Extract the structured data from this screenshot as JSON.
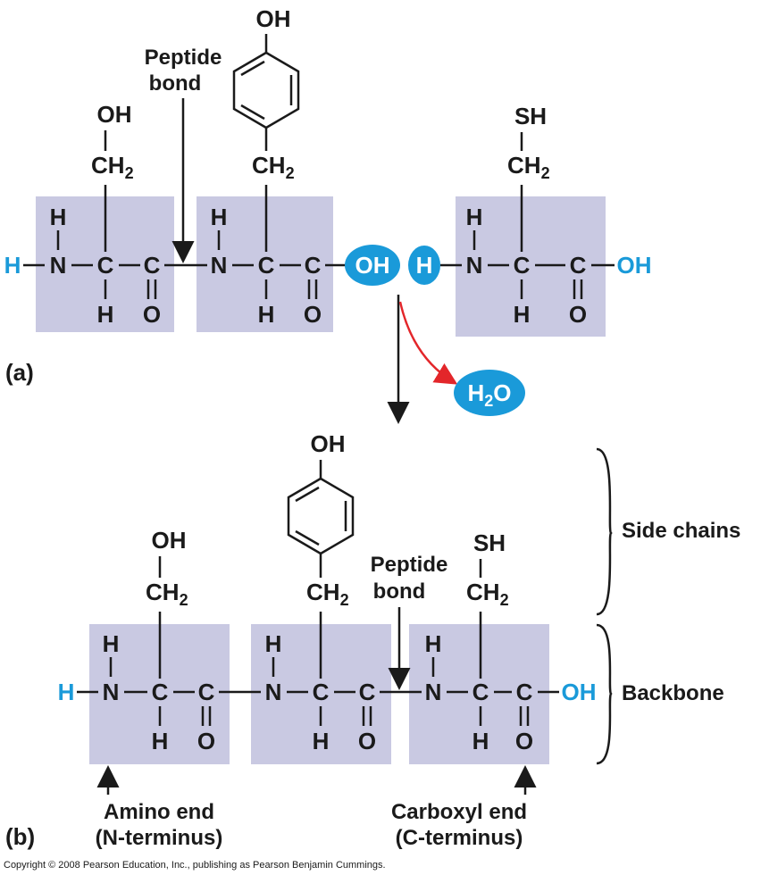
{
  "atoms": {
    "H": "H",
    "N": "N",
    "C": "C",
    "O": "O",
    "OH": "OH",
    "SH": "SH",
    "CH": "CH",
    "sub2": "2"
  },
  "labels": {
    "peptide_line1": "Peptide",
    "peptide_line2": "bond",
    "side_chains": "Side chains",
    "backbone": "Backbone",
    "amino_end": "Amino end",
    "n_terminus": "(N-terminus)",
    "carboxyl_end": "Carboxyl end",
    "c_terminus": "(C-terminus)"
  },
  "panels": {
    "a": "(a)",
    "b": "(b)"
  },
  "water": {
    "h": "H",
    "sub": "2",
    "o": "O"
  },
  "copyright": "Copyright © 2008 Pearson Education, Inc., publishing as Pearson Benjamin Cummings.",
  "colors": {
    "box": "#c9c9e2",
    "accent_blue": "#1a9ad9",
    "arrow_red": "#e3262a",
    "text": "#1a1a1a"
  }
}
